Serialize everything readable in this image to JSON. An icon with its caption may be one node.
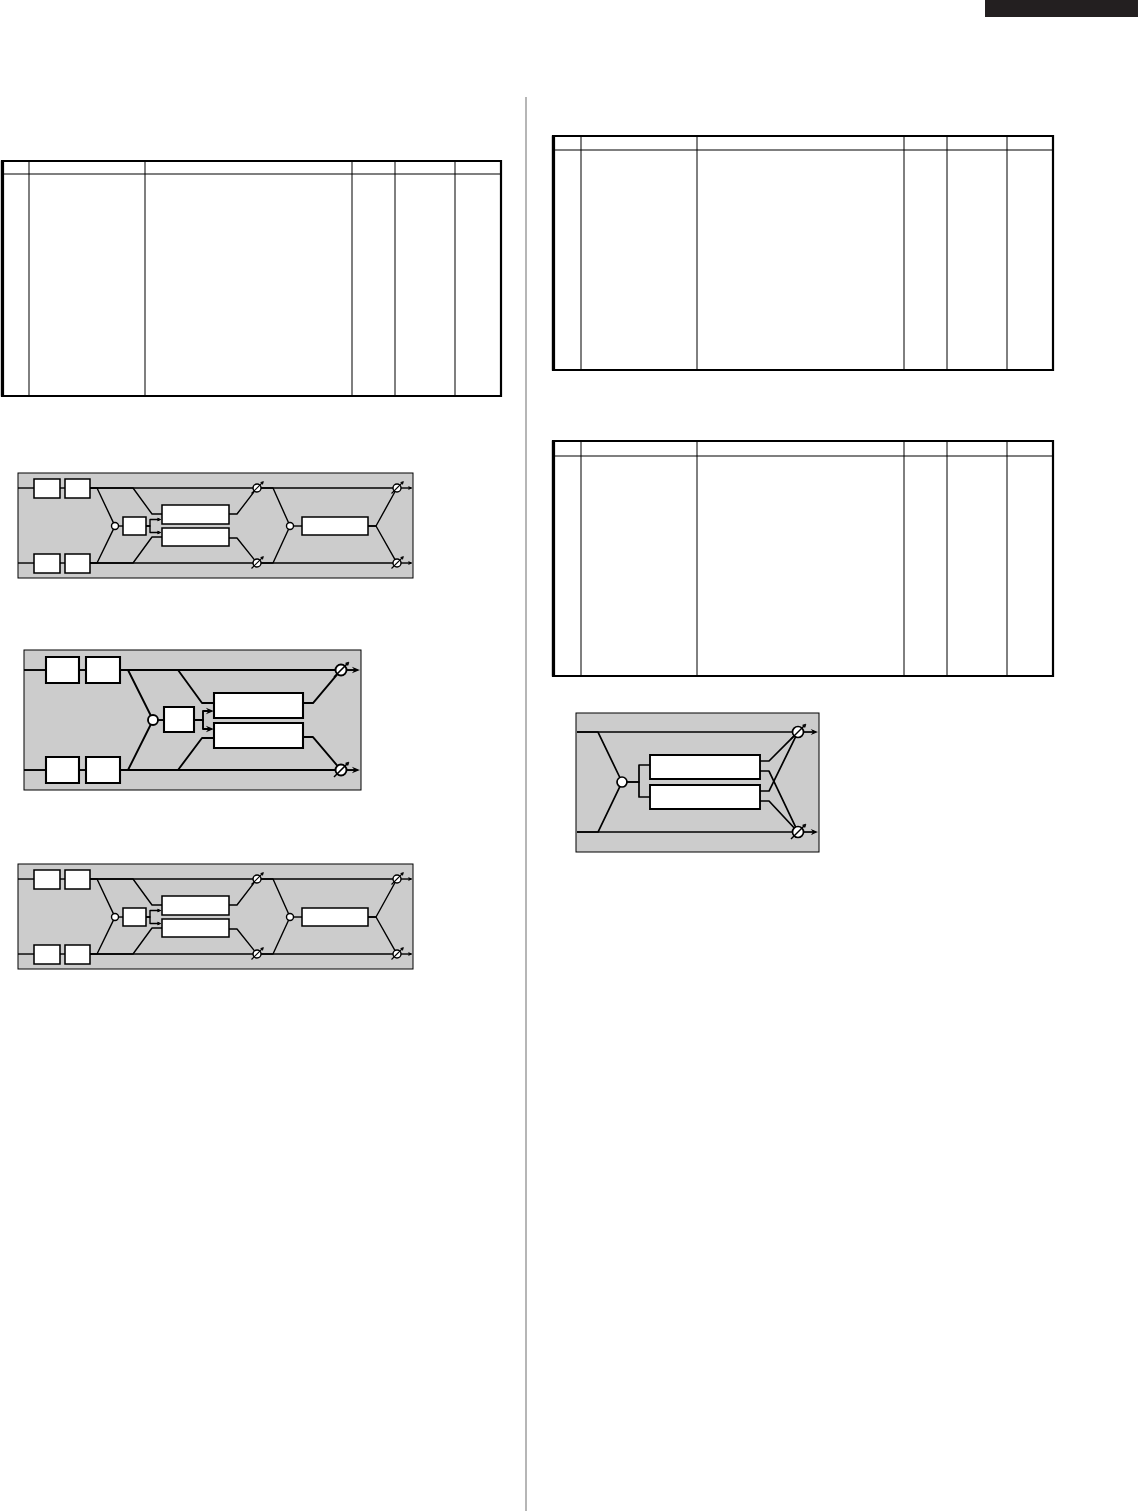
{
  "diagram": {
    "nodes": [
      {
        "text": [],
        "shape": "box"
      },
      {
        "text": [],
        "shape": "box",
        "in": 0
      },
      {
        "text": [],
        "shape": "box",
        "in": 0
      },
      {
        "text": [],
        "shape": "box",
        "in": 0
      },
      {
        "text": [],
        "shape": "box",
        "in": 0
      },
      {
        "text": [],
        "shape": "circle",
        "in": 0
      },
      {
        "text": [],
        "shape": "box",
        "in": 0
      },
      {
        "text": [],
        "shape": "box",
        "in": 0
      },
      {
        "text": [],
        "shape": "box",
        "in": 0
      },
      {
        "text": [],
        "shape": "knob",
        "in": 0
      },
      {
        "text": [],
        "shape": "knob",
        "in": 0
      },
      {
        "text": [],
        "shape": "circle",
        "in": 0
      },
      {
        "text": [],
        "shape": "box",
        "in": 0
      },
      {
        "text": [],
        "shape": "knob",
        "in": 0
      },
      {
        "text": [],
        "shape": "knob",
        "in": 0
      },
      {
        "text": [],
        "shape": "box"
      },
      {
        "text": [],
        "shape": "box",
        "in": 15
      },
      {
        "text": [],
        "shape": "box",
        "in": 15
      },
      {
        "text": [],
        "shape": "box",
        "in": 15
      },
      {
        "text": [],
        "shape": "box",
        "in": 15
      },
      {
        "text": [],
        "shape": "circle",
        "in": 15
      },
      {
        "text": [],
        "shape": "box",
        "in": 15
      },
      {
        "text": [],
        "shape": "box",
        "in": 15
      },
      {
        "text": [],
        "shape": "box",
        "in": 15
      },
      {
        "text": [],
        "shape": "knob",
        "in": 15
      },
      {
        "text": [],
        "shape": "knob",
        "in": 15
      },
      {
        "text": [],
        "shape": "box"
      },
      {
        "text": [],
        "shape": "box",
        "in": 26
      },
      {
        "text": [],
        "shape": "box",
        "in": 26
      },
      {
        "text": [],
        "shape": "box",
        "in": 26
      },
      {
        "text": [],
        "shape": "box",
        "in": 26
      },
      {
        "text": [],
        "shape": "circle",
        "in": 26
      },
      {
        "text": [],
        "shape": "box",
        "in": 26
      },
      {
        "text": [],
        "shape": "box",
        "in": 26
      },
      {
        "text": [],
        "shape": "box",
        "in": 26
      },
      {
        "text": [],
        "shape": "knob",
        "in": 26
      },
      {
        "text": [],
        "shape": "knob",
        "in": 26
      },
      {
        "text": [],
        "shape": "circle",
        "in": 26
      },
      {
        "text": [],
        "shape": "box",
        "in": 26
      },
      {
        "text": [],
        "shape": "knob",
        "in": 26
      },
      {
        "text": [],
        "shape": "knob",
        "in": 26
      },
      {
        "text": [],
        "shape": "box"
      },
      {
        "text": [],
        "shape": "circle",
        "in": 41
      },
      {
        "text": [],
        "shape": "box",
        "in": 41
      },
      {
        "text": [],
        "shape": "box",
        "in": 41
      },
      {
        "text": [],
        "shape": "knob",
        "in": 41
      },
      {
        "text": [],
        "shape": "knob",
        "in": 41
      }
    ],
    "edges": [
      {
        "from": null,
        "to": 1,
        "arrow": "none"
      },
      {
        "from": 1,
        "to": 2,
        "arrow": "none"
      },
      {
        "from": 2,
        "to": 9,
        "arrow": "none"
      },
      {
        "from": 2,
        "to": 5,
        "arrow": "none"
      },
      {
        "from": 2,
        "to": 7,
        "arrow": "none"
      },
      {
        "from": null,
        "to": 3,
        "arrow": "none"
      },
      {
        "from": 3,
        "to": 4,
        "arrow": "none"
      },
      {
        "from": 4,
        "to": 10,
        "arrow": "none"
      },
      {
        "from": 4,
        "to": 5,
        "arrow": "none"
      },
      {
        "from": 4,
        "to": 8,
        "arrow": "none"
      },
      {
        "from": 5,
        "to": 6,
        "arrow": "none"
      },
      {
        "from": 6,
        "to": 7,
        "arrow": "to"
      },
      {
        "from": 6,
        "to": 8,
        "arrow": "to"
      },
      {
        "from": 7,
        "to": 9,
        "arrow": "none"
      },
      {
        "from": 8,
        "to": 10,
        "arrow": "none"
      },
      {
        "from": 9,
        "to": 13,
        "arrow": "none"
      },
      {
        "from": 9,
        "to": 11,
        "arrow": "none"
      },
      {
        "from": 10,
        "to": 14,
        "arrow": "none"
      },
      {
        "from": 10,
        "to": 11,
        "arrow": "none"
      },
      {
        "from": 11,
        "to": 12,
        "arrow": "none"
      },
      {
        "from": 12,
        "to": 13,
        "arrow": "none"
      },
      {
        "from": 12,
        "to": 14,
        "arrow": "none"
      },
      {
        "from": 13,
        "to": null,
        "arrow": "to"
      },
      {
        "from": 14,
        "to": null,
        "arrow": "to"
      },
      {
        "from": null,
        "to": 16,
        "arrow": "none"
      },
      {
        "from": 16,
        "to": 17,
        "arrow": "none"
      },
      {
        "from": 17,
        "to": 24,
        "arrow": "none"
      },
      {
        "from": 17,
        "to": 20,
        "arrow": "none"
      },
      {
        "from": 17,
        "to": 22,
        "arrow": "none"
      },
      {
        "from": null,
        "to": 18,
        "arrow": "none"
      },
      {
        "from": 18,
        "to": 19,
        "arrow": "none"
      },
      {
        "from": 19,
        "to": 25,
        "arrow": "none"
      },
      {
        "from": 19,
        "to": 20,
        "arrow": "none"
      },
      {
        "from": 19,
        "to": 23,
        "arrow": "none"
      },
      {
        "from": 20,
        "to": 21,
        "arrow": "none"
      },
      {
        "from": 21,
        "to": 22,
        "arrow": "to"
      },
      {
        "from": 21,
        "to": 23,
        "arrow": "to"
      },
      {
        "from": 22,
        "to": 24,
        "arrow": "none"
      },
      {
        "from": 23,
        "to": 25,
        "arrow": "none"
      },
      {
        "from": 24,
        "to": null,
        "arrow": "to"
      },
      {
        "from": 25,
        "to": null,
        "arrow": "to"
      },
      {
        "from": null,
        "to": 27,
        "arrow": "none"
      },
      {
        "from": 27,
        "to": 28,
        "arrow": "none"
      },
      {
        "from": 28,
        "to": 35,
        "arrow": "none"
      },
      {
        "from": 28,
        "to": 31,
        "arrow": "none"
      },
      {
        "from": 28,
        "to": 33,
        "arrow": "none"
      },
      {
        "from": null,
        "to": 29,
        "arrow": "none"
      },
      {
        "from": 29,
        "to": 30,
        "arrow": "none"
      },
      {
        "from": 30,
        "to": 36,
        "arrow": "none"
      },
      {
        "from": 30,
        "to": 31,
        "arrow": "none"
      },
      {
        "from": 30,
        "to": 34,
        "arrow": "none"
      },
      {
        "from": 31,
        "to": 32,
        "arrow": "none"
      },
      {
        "from": 32,
        "to": 33,
        "arrow": "to"
      },
      {
        "from": 32,
        "to": 34,
        "arrow": "to"
      },
      {
        "from": 33,
        "to": 35,
        "arrow": "none"
      },
      {
        "from": 34,
        "to": 36,
        "arrow": "none"
      },
      {
        "from": 35,
        "to": 39,
        "arrow": "none"
      },
      {
        "from": 35,
        "to": 37,
        "arrow": "none"
      },
      {
        "from": 36,
        "to": 40,
        "arrow": "none"
      },
      {
        "from": 36,
        "to": 37,
        "arrow": "none"
      },
      {
        "from": 37,
        "to": 38,
        "arrow": "none"
      },
      {
        "from": 38,
        "to": 39,
        "arrow": "none"
      },
      {
        "from": 38,
        "to": 40,
        "arrow": "none"
      },
      {
        "from": 39,
        "to": null,
        "arrow": "to"
      },
      {
        "from": 40,
        "to": null,
        "arrow": "to"
      },
      {
        "from": null,
        "to": 45,
        "arrow": "none"
      },
      {
        "from": null,
        "to": 42,
        "arrow": "none"
      },
      {
        "from": null,
        "to": 46,
        "arrow": "none"
      },
      {
        "from": null,
        "to": 42,
        "arrow": "none"
      },
      {
        "from": 42,
        "to": 43,
        "arrow": "none"
      },
      {
        "from": 42,
        "to": 44,
        "arrow": "none"
      },
      {
        "from": 43,
        "to": 45,
        "arrow": "none"
      },
      {
        "from": 43,
        "to": 46,
        "arrow": "none"
      },
      {
        "from": 44,
        "to": 45,
        "arrow": "none"
      },
      {
        "from": 44,
        "to": 46,
        "arrow": "none"
      },
      {
        "from": 45,
        "to": null,
        "arrow": "to"
      },
      {
        "from": 46,
        "to": null,
        "arrow": "to"
      }
    ]
  }
}
